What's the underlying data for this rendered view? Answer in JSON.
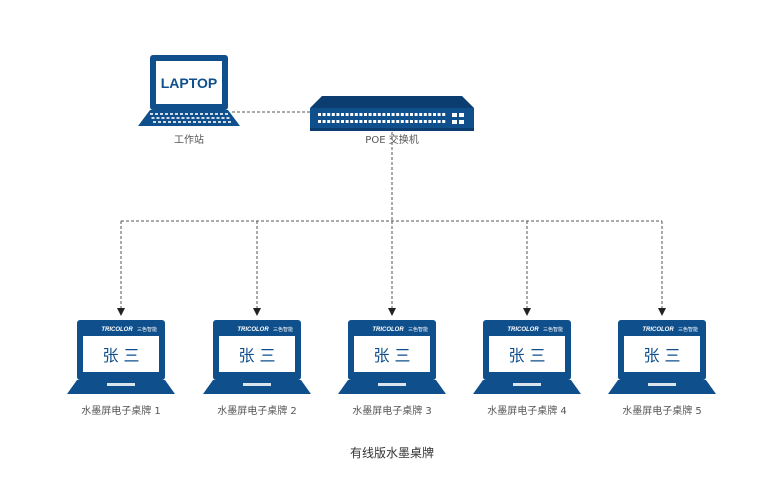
{
  "workstation": {
    "screen_text": "LAPTOP",
    "label": "工作站"
  },
  "switch": {
    "label": "POE 交换机"
  },
  "badges": [
    {
      "brand": "TRICOLOR",
      "brand_sub": "三色智能",
      "name": "张 三",
      "label": "水墨屏电子桌牌 1"
    },
    {
      "brand": "TRICOLOR",
      "brand_sub": "三色智能",
      "name": "张 三",
      "label": "水墨屏电子桌牌 2"
    },
    {
      "brand": "TRICOLOR",
      "brand_sub": "三色智能",
      "name": "张 三",
      "label": "水墨屏电子桌牌 3"
    },
    {
      "brand": "TRICOLOR",
      "brand_sub": "三色智能",
      "name": "张 三",
      "label": "水墨屏电子桌牌 4"
    },
    {
      "brand": "TRICOLOR",
      "brand_sub": "三色智能",
      "name": "张 三",
      "label": "水墨屏电子桌牌 5"
    }
  ],
  "caption": "有线版水墨桌牌",
  "colors": {
    "device_blue": "#0f4f8c",
    "device_dark": "#0b3d70",
    "line": "#555555"
  }
}
